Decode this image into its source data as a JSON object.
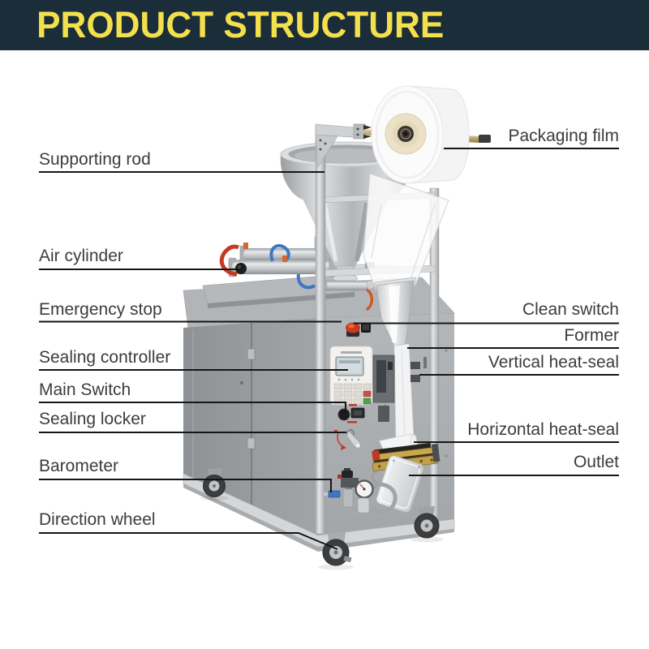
{
  "header": {
    "title": "PRODUCT STRUCTURE"
  },
  "colors": {
    "header_bg": "#1b2d38",
    "header_text": "#f3e04c",
    "label_color": "#3c3c3c",
    "line_color": "#151515",
    "emergency_red": "#c93a1d",
    "brass": "#c9a74f",
    "tube_blue": "#3d77c2",
    "tube_red": "#c43a22"
  },
  "diagram": {
    "illustration": "vertical-sachet-packaging-machine",
    "labels_left": [
      {
        "text": "Supporting rod"
      },
      {
        "text": "Air cylinder"
      },
      {
        "text": "Emergency stop"
      },
      {
        "text": "Sealing controller"
      },
      {
        "text": "Main Switch"
      },
      {
        "text": "Sealing locker"
      },
      {
        "text": "Barometer"
      },
      {
        "text": "Direction wheel"
      }
    ],
    "labels_right": [
      {
        "text": "Packaging film"
      },
      {
        "text": "Clean switch"
      },
      {
        "text": "Former"
      },
      {
        "text": "Vertical heat-seal"
      },
      {
        "text": "Horizontal heat-seal"
      },
      {
        "text": "Outlet"
      }
    ]
  }
}
